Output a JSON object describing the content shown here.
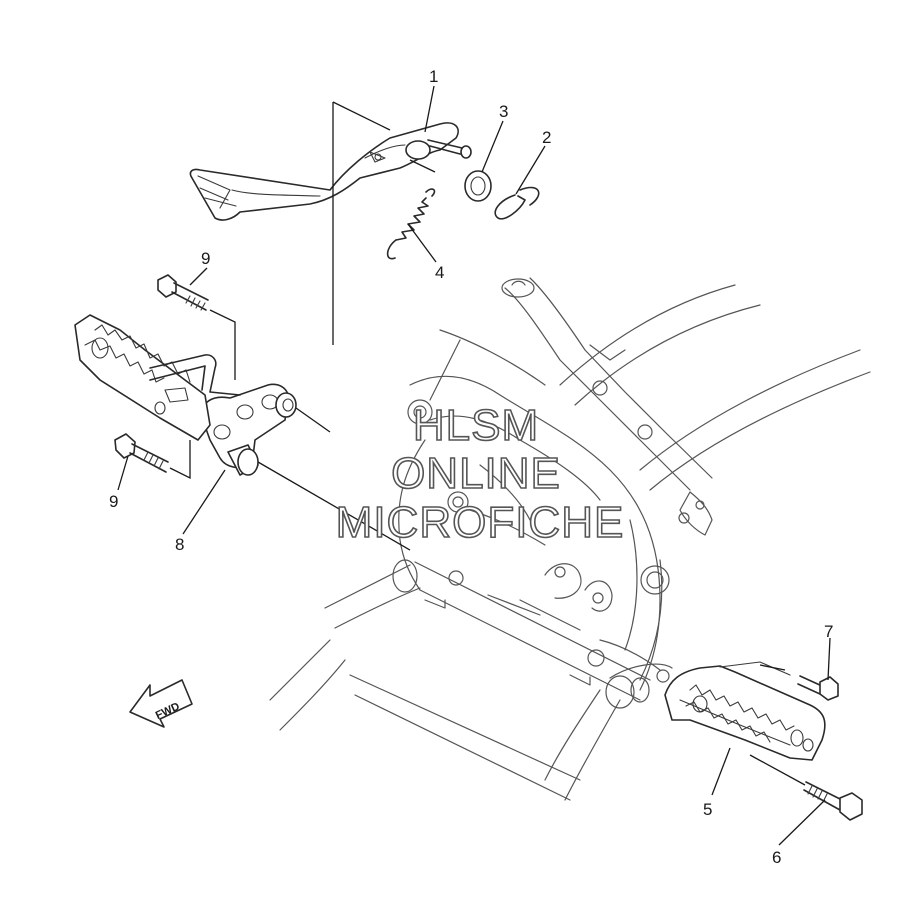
{
  "callouts": [
    {
      "id": "1",
      "label": "1"
    },
    {
      "id": "2",
      "label": "2"
    },
    {
      "id": "3",
      "label": "3"
    },
    {
      "id": "4",
      "label": "4"
    },
    {
      "id": "5",
      "label": "5"
    },
    {
      "id": "6",
      "label": "6"
    },
    {
      "id": "7",
      "label": "7"
    },
    {
      "id": "8",
      "label": "8"
    },
    {
      "id": "9a",
      "label": "9"
    },
    {
      "id": "9b",
      "label": "9"
    }
  ],
  "watermark": {
    "line1": "HLSM",
    "line2": "ONLINE",
    "line3": "MICROFICHE"
  },
  "direction_arrow": {
    "label": "FWD"
  }
}
